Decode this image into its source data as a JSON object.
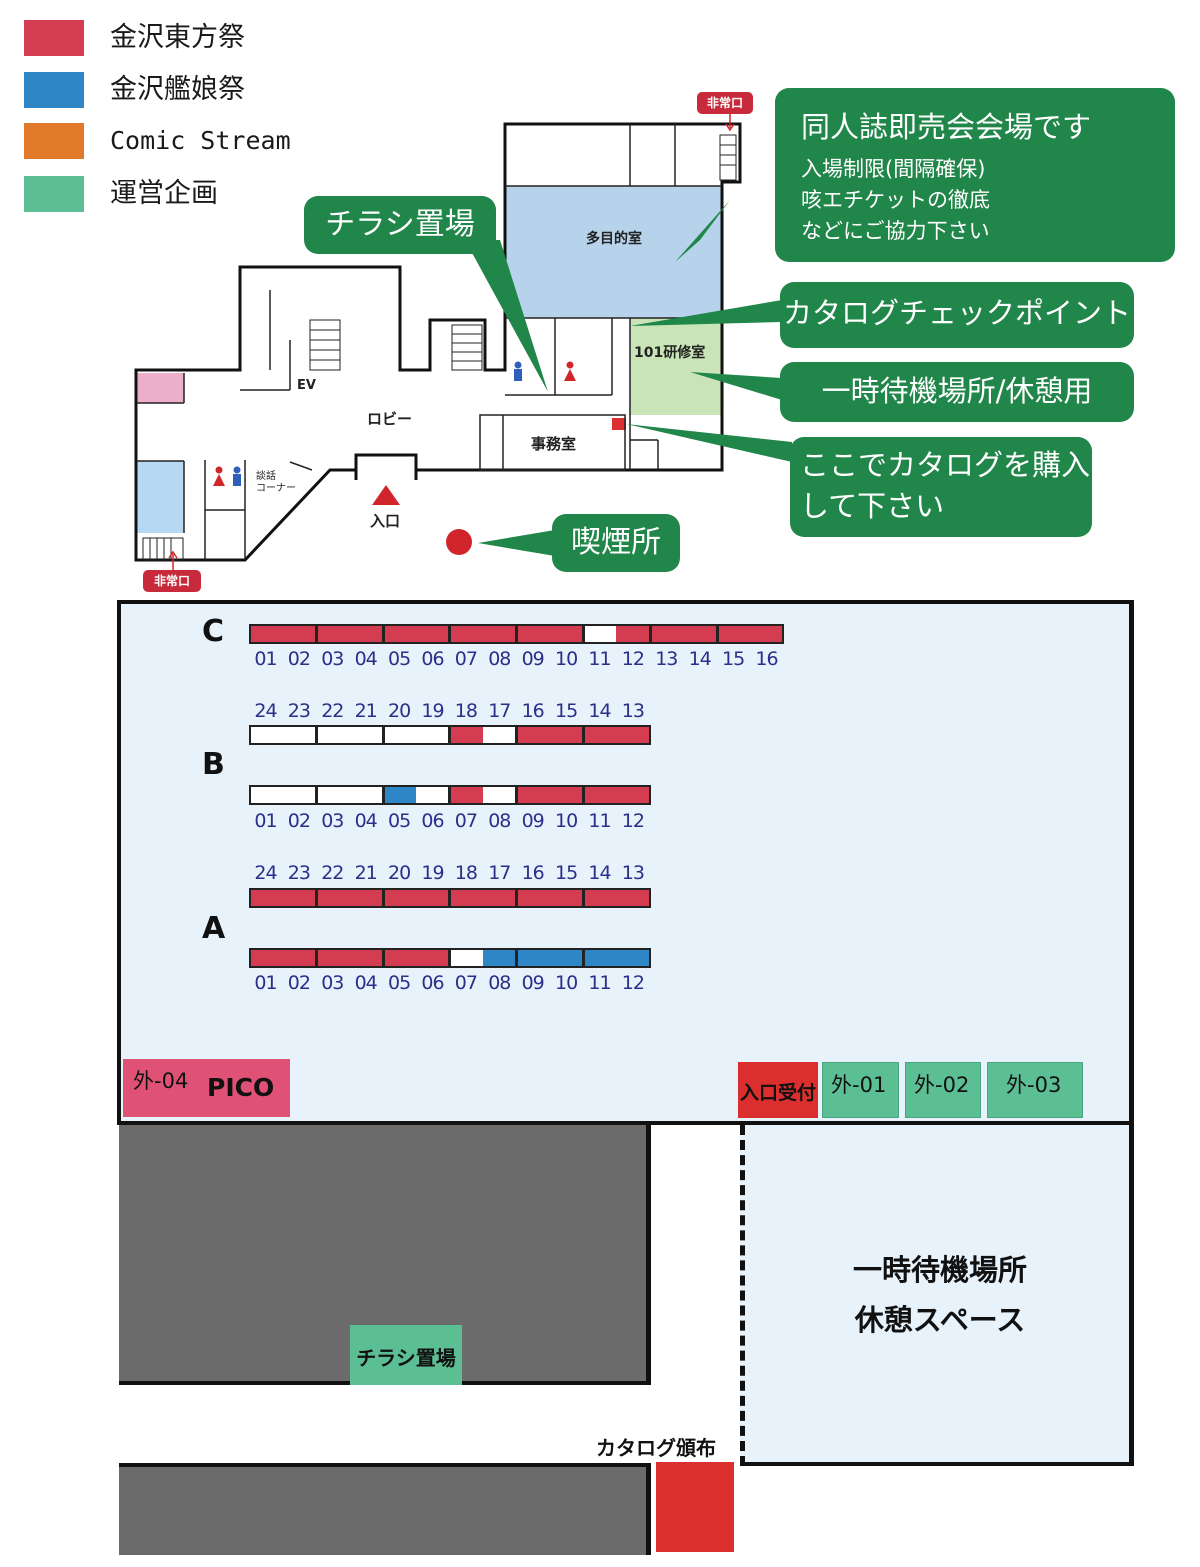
{
  "legend": [
    {
      "label": "金沢東方祭",
      "color": "#d43c52"
    },
    {
      "label": "金沢艦娘祭",
      "color": "#2f86c6"
    },
    {
      "label": "Comic Stream",
      "color": "#e27a2b"
    },
    {
      "label": "運営企画",
      "color": "#5cbf94"
    }
  ],
  "colors": {
    "touhou": "#d43c52",
    "kanmusu": "#2f86c6",
    "staff": "#5cbf94",
    "callout": "#21864a",
    "hall": "#e7f2fb",
    "dark": "#6b6b6b",
    "red": "#db2f2f"
  },
  "building": {
    "emergency_exit_top": "非常口",
    "emergency_exit_bottom": "非常口",
    "multipurpose_room": "多目的室",
    "training_room": "101研修室",
    "lobby": "ロビー",
    "office": "事務室",
    "elevator": "EV",
    "talk_corner_line1": "談話",
    "talk_corner_line2": "コーナー",
    "entrance": "入口"
  },
  "callouts": {
    "venue_title": "同人誌即売会会場です",
    "venue_line1": "入場制限(間隔確保)",
    "venue_line2": "咳エチケットの徹底",
    "venue_line3": "などにご協力下さい",
    "flyer": "チラシ置場",
    "catalog_check": "カタログチェックポイント",
    "waiting": "一時待機場所/休憩用",
    "buy_catalog_line1": "ここでカタログを購入",
    "buy_catalog_line2": "して下さい",
    "smoking": "喫煙所"
  },
  "hall": {
    "row_c": {
      "label": "C",
      "numbers": [
        "01",
        "02",
        "03",
        "04",
        "05",
        "06",
        "07",
        "08",
        "09",
        "10",
        "11",
        "12",
        "13",
        "14",
        "15",
        "16"
      ],
      "colors": [
        "touhou",
        "touhou",
        "touhou",
        "touhou",
        "touhou",
        "touhou",
        "touhou",
        "touhou",
        "touhou",
        "touhou",
        "empty",
        "touhou",
        "touhou",
        "touhou",
        "touhou",
        "touhou"
      ]
    },
    "row_b_top": {
      "numbers": [
        "24",
        "23",
        "22",
        "21",
        "20",
        "19",
        "18",
        "17",
        "16",
        "15",
        "14",
        "13"
      ],
      "colors": [
        "empty",
        "empty",
        "empty",
        "empty",
        "empty",
        "empty",
        "touhou",
        "empty",
        "touhou",
        "touhou",
        "touhou",
        "touhou"
      ]
    },
    "row_b_label": "B",
    "row_b_bottom": {
      "numbers": [
        "01",
        "02",
        "03",
        "04",
        "05",
        "06",
        "07",
        "08",
        "09",
        "10",
        "11",
        "12"
      ],
      "colors": [
        "empty",
        "empty",
        "empty",
        "empty",
        "kanmusu",
        "empty",
        "touhou",
        "empty",
        "touhou",
        "touhou",
        "touhou",
        "touhou"
      ]
    },
    "row_a_top": {
      "numbers": [
        "24",
        "23",
        "22",
        "21",
        "20",
        "19",
        "18",
        "17",
        "16",
        "15",
        "14",
        "13"
      ],
      "colors": [
        "touhou",
        "touhou",
        "touhou",
        "touhou",
        "touhou",
        "touhou",
        "touhou",
        "touhou",
        "touhou",
        "touhou",
        "touhou",
        "touhou"
      ]
    },
    "row_a_label": "A",
    "row_a_bottom": {
      "numbers": [
        "01",
        "02",
        "03",
        "04",
        "05",
        "06",
        "07",
        "08",
        "09",
        "10",
        "11",
        "12"
      ],
      "colors": [
        "touhou",
        "touhou",
        "touhou",
        "touhou",
        "touhou",
        "touhou",
        "empty",
        "kanmusu",
        "kanmusu",
        "kanmusu",
        "kanmusu",
        "kanmusu"
      ]
    },
    "outside_04_code": "外-04",
    "outside_04_name": "PICO",
    "entrance_reception": "入口受付",
    "outside_01": "外-01",
    "outside_02": "外-02",
    "outside_03": "外-03"
  },
  "outdoor": {
    "flyer_area": "チラシ置場",
    "waiting_line1": "一時待機場所",
    "waiting_line2": "休憩スペース",
    "catalog_distribution": "カタログ頒布"
  }
}
